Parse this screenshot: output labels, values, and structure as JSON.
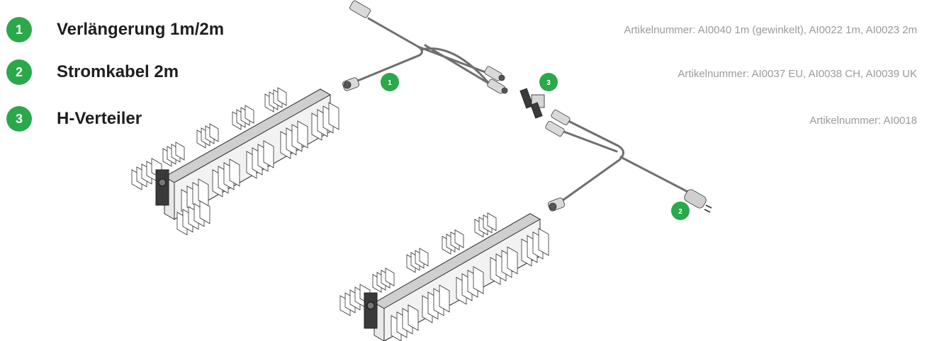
{
  "legend": [
    {
      "number": "1",
      "title": "Verlängerung 1m/2m",
      "article": "Artikelnummer: AI0040 1m (gewinkelt), AI0022 1m, AI0023 2m"
    },
    {
      "number": "2",
      "title": "Stromkabel 2m",
      "article": "Artikelnummer: AI0037 EU, AI0038 CH, AI0039 UK"
    },
    {
      "number": "3",
      "title": "H-Verteiler",
      "article": "Artikelnummer: AI0018"
    }
  ],
  "callouts": {
    "extension": "1",
    "power_cable": "2",
    "splitter": "3"
  },
  "colors": {
    "badge_green": "#2aa84a",
    "title_text": "#1e1e1e",
    "article_text": "#9a9a9a",
    "cable": "#6f6f6f"
  },
  "icons": [
    "led-lamp-unit",
    "extension-cable",
    "power-cable-plug",
    "h-splitter"
  ]
}
